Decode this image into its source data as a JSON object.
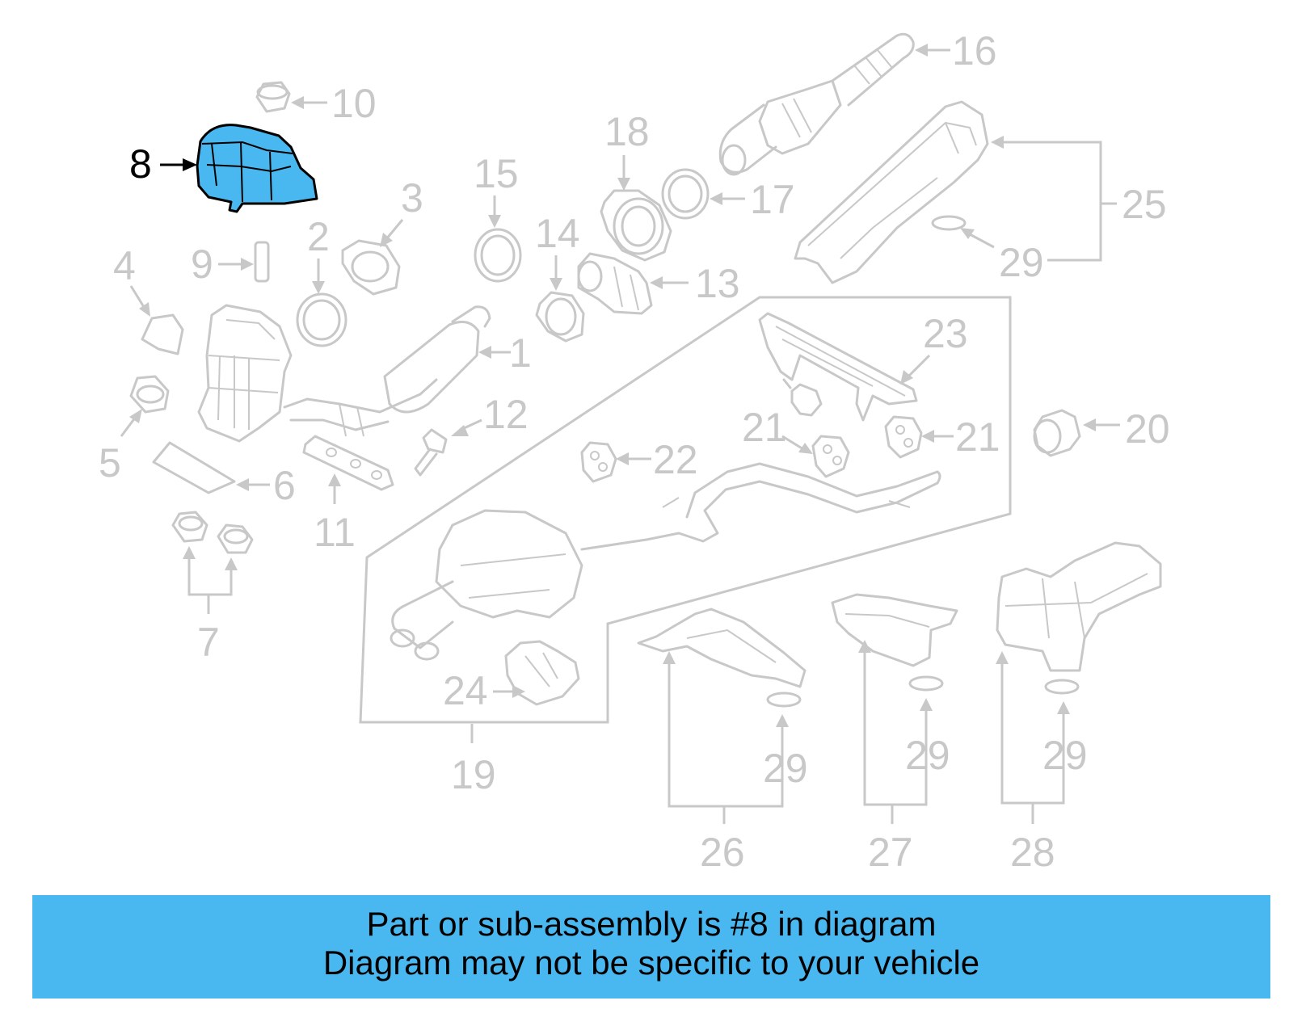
{
  "highlight_color": "#4ab8f0",
  "part_color": "#c8c8c8",
  "labels": {
    "l1": "1",
    "l2": "2",
    "l3": "3",
    "l4": "4",
    "l5": "5",
    "l6": "6",
    "l7": "7",
    "l8": "8",
    "l9": "9",
    "l10": "10",
    "l11": "11",
    "l12": "12",
    "l13": "13",
    "l14": "14",
    "l15": "15",
    "l16": "16",
    "l17": "17",
    "l18": "18",
    "l19": "19",
    "l20": "20",
    "l21a": "21",
    "l21b": "21",
    "l22": "22",
    "l23": "23",
    "l24": "24",
    "l25": "25",
    "l26": "26",
    "l27": "27",
    "l28": "28",
    "l29a": "29",
    "l29b": "29",
    "l29c": "29",
    "l29d": "29"
  },
  "highlighted_part": "8",
  "banner": {
    "line1": "Part or sub-assembly is #8 in diagram",
    "line2": "Diagram may not be specific to your vehicle"
  }
}
